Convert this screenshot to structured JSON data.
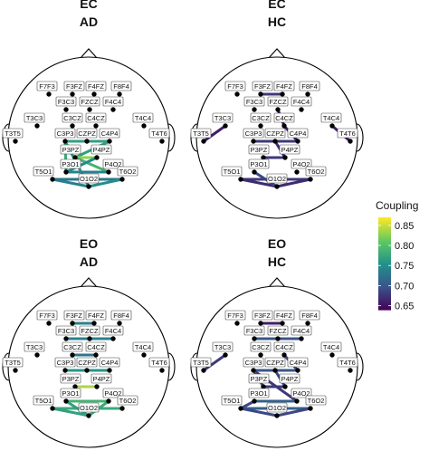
{
  "panels": [
    {
      "id": "ec-ad",
      "condition": "EC",
      "group": "AD"
    },
    {
      "id": "ec-hc",
      "condition": "EC",
      "group": "HC"
    },
    {
      "id": "eo-ad",
      "condition": "EO",
      "group": "AD"
    },
    {
      "id": "eo-hc",
      "condition": "EO",
      "group": "HC"
    }
  ],
  "channel_labels": [
    "F7F3",
    "F3FZ",
    "F4FZ",
    "F8F4",
    "F3C3",
    "FZCZ",
    "F4C4",
    "T3C3",
    "C3CZ",
    "C4CZ",
    "T4C4",
    "T3T5",
    "C3P3",
    "CZPZ",
    "C4P4",
    "T4T6",
    "P3PZ",
    "P4PZ",
    "P3O1",
    "P4O2",
    "T5O1",
    "T6O2",
    "O1O2"
  ],
  "legend": {
    "title": "Coupling",
    "ticks": [
      "0.85",
      "0.80",
      "0.75",
      "0.70",
      "0.65"
    ]
  },
  "chart_data": {
    "type": "network",
    "colormap": {
      "min": 0.64,
      "max": 0.87,
      "stops": [
        "#440154",
        "#3b528b",
        "#21918c",
        "#5ec962",
        "#fde725"
      ]
    },
    "panels": [
      {
        "id": "ec-ad",
        "edges": [
          [
            "C3P3",
            "C4P4",
            0.77
          ],
          [
            "C3P3",
            "O1O2",
            0.76
          ],
          [
            "C3P3",
            "P3O1",
            0.78
          ],
          [
            "C4P4",
            "P3PZ",
            0.77
          ],
          [
            "P3PZ",
            "P4PZ",
            0.83
          ],
          [
            "P3PZ",
            "P4O2",
            0.79
          ],
          [
            "P3O1",
            "P4PZ",
            0.75
          ],
          [
            "P3O1",
            "P4O2",
            0.74
          ],
          [
            "T5O1",
            "O1O2",
            0.74
          ],
          [
            "T5O1",
            "T6O2",
            0.73
          ],
          [
            "O1O2",
            "T6O2",
            0.75
          ]
        ]
      },
      {
        "id": "ec-hc",
        "edges": [
          [
            "F3FZ",
            "F4FZ",
            0.68
          ],
          [
            "FZCZ",
            "C4CZ",
            0.66
          ],
          [
            "C4CZ",
            "C4P4",
            0.66
          ],
          [
            "T3C3",
            "T3T5",
            0.66
          ],
          [
            "T4C4",
            "T4T6",
            0.66
          ],
          [
            "C3P3",
            "C4P4",
            0.68
          ],
          [
            "CZPZ",
            "P4PZ",
            0.67
          ],
          [
            "P3PZ",
            "P4PZ",
            0.68
          ],
          [
            "T5O1",
            "T6O2",
            0.68
          ],
          [
            "T5O1",
            "O1O2",
            0.67
          ],
          [
            "P3O1",
            "O1O2",
            0.69
          ],
          [
            "T6O2",
            "O1O2",
            0.67
          ]
        ]
      },
      {
        "id": "eo-ad",
        "edges": [
          [
            "F3FZ",
            "F4FZ",
            0.74
          ],
          [
            "F3C3",
            "F4C4",
            0.74
          ],
          [
            "C3CZ",
            "C4CZ",
            0.73
          ],
          [
            "C3P3",
            "C4P4",
            0.76
          ],
          [
            "P3PZ",
            "P4PZ",
            0.84
          ],
          [
            "P3O1",
            "P4O2",
            0.79
          ],
          [
            "T5O1",
            "T6O2",
            0.78
          ],
          [
            "T5O1",
            "O1O2",
            0.77
          ],
          [
            "P3O1",
            "O1O2",
            0.77
          ],
          [
            "P4O2",
            "O1O2",
            0.78
          ]
        ]
      },
      {
        "id": "eo-hc",
        "edges": [
          [
            "F3FZ",
            "F4FZ",
            0.66
          ],
          [
            "F3C3",
            "F4C4",
            0.7
          ],
          [
            "T3C3",
            "T3T5",
            0.68
          ],
          [
            "C3P3",
            "C4P4",
            0.7
          ],
          [
            "C3P3",
            "P4O2",
            0.68
          ],
          [
            "C3P3",
            "P3PZ",
            0.7
          ],
          [
            "CZPZ",
            "P4PZ",
            0.69
          ],
          [
            "P3PZ",
            "P4PZ",
            0.68
          ],
          [
            "C4CZ",
            "C4P4",
            0.69
          ],
          [
            "P3O1",
            "T5O1",
            0.69
          ],
          [
            "T5O1",
            "T6O2",
            0.71
          ],
          [
            "T5O1",
            "O1O2",
            0.69
          ],
          [
            "P3O1",
            "P4O2",
            0.71
          ],
          [
            "O1O2",
            "T6O2",
            0.69
          ]
        ]
      }
    ]
  }
}
